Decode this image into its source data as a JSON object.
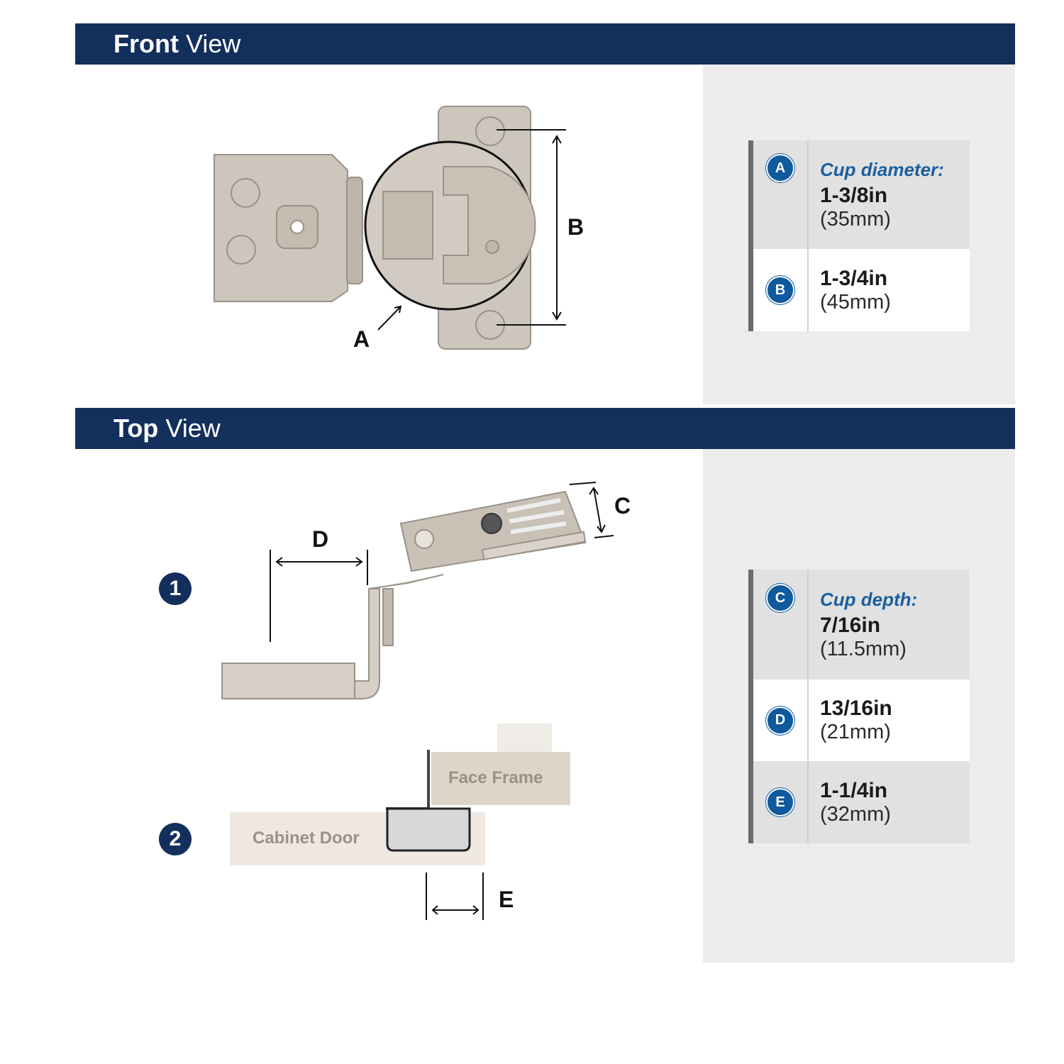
{
  "front_view": {
    "title_bold": "Front",
    "title_rest": "View",
    "labels": {
      "a": "A",
      "b": "B"
    }
  },
  "top_view": {
    "title_bold": "Top",
    "title_rest": "View",
    "labels": {
      "c": "C",
      "d": "D",
      "e": "E"
    },
    "steps": [
      "1",
      "2"
    ],
    "face_frame": "Face Frame",
    "cabinet_door": "Cabinet Door"
  },
  "specs_front": [
    {
      "badge": "A",
      "label": "Cup diameter:",
      "inches": "1-3/8in",
      "mm": "(35mm)"
    },
    {
      "badge": "B",
      "label": "",
      "inches": "1-3/4in",
      "mm": "(45mm)"
    }
  ],
  "specs_top": [
    {
      "badge": "C",
      "label": "Cup depth:",
      "inches": "7/16in",
      "mm": "(11.5mm)"
    },
    {
      "badge": "D",
      "label": "",
      "inches": "13/16in",
      "mm": "(21mm)"
    },
    {
      "badge": "E",
      "label": "",
      "inches": "1-1/4in",
      "mm": "(32mm)"
    }
  ],
  "colors": {
    "header": "#132f5c",
    "badge": "#0f5a9c",
    "accent_label": "#1b5f9f"
  }
}
